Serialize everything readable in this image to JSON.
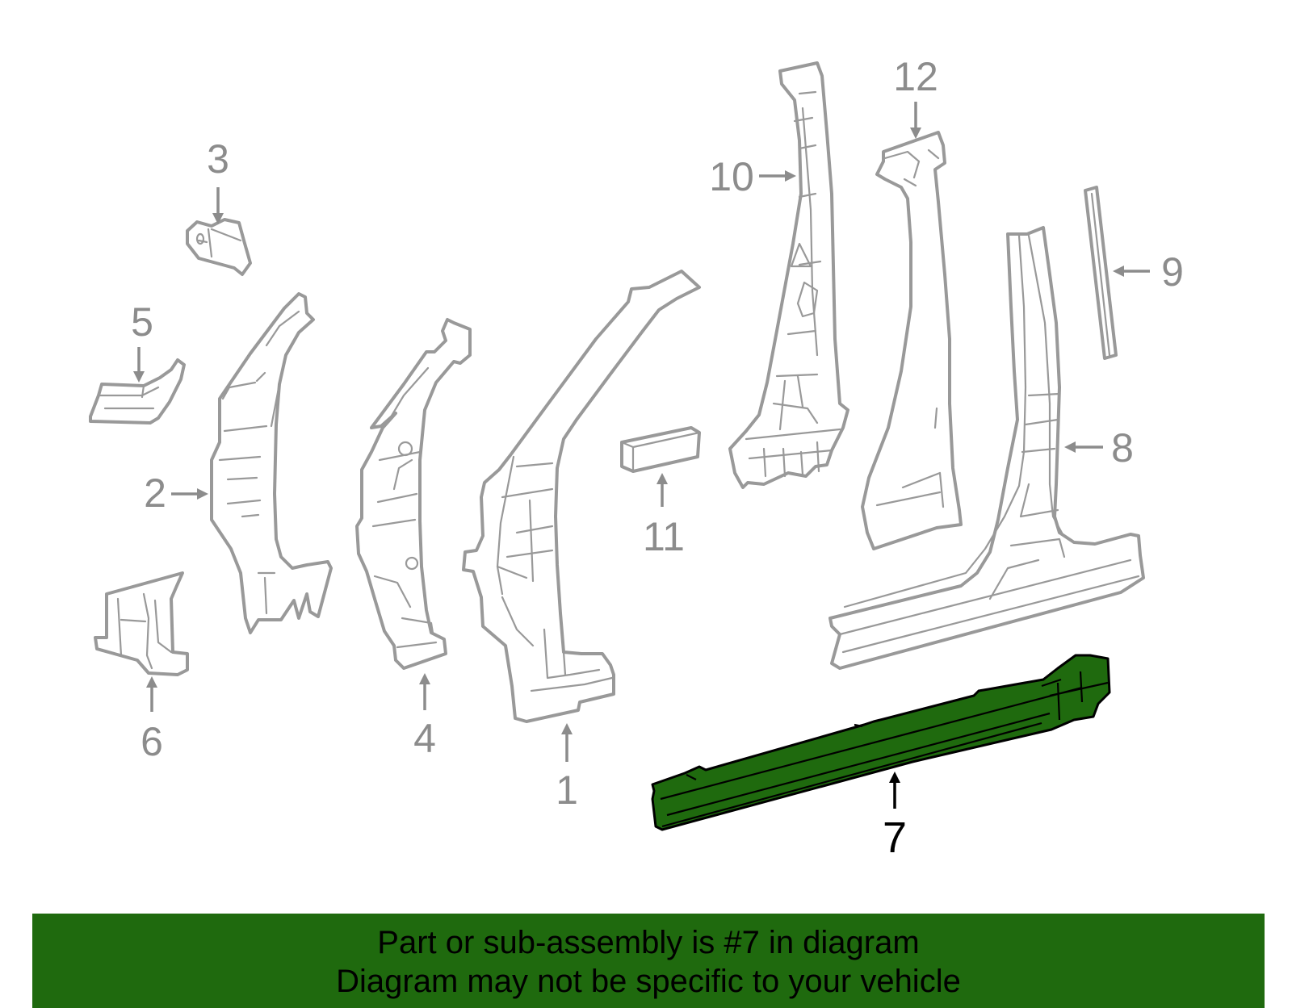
{
  "callouts": [
    {
      "id": "1",
      "label": "1"
    },
    {
      "id": "2",
      "label": "2"
    },
    {
      "id": "3",
      "label": "3"
    },
    {
      "id": "4",
      "label": "4"
    },
    {
      "id": "5",
      "label": "5"
    },
    {
      "id": "6",
      "label": "6"
    },
    {
      "id": "7",
      "label": "7"
    },
    {
      "id": "8",
      "label": "8"
    },
    {
      "id": "9",
      "label": "9"
    },
    {
      "id": "10",
      "label": "10"
    },
    {
      "id": "11",
      "label": "11"
    },
    {
      "id": "12",
      "label": "12"
    }
  ],
  "highlighted_part": "7",
  "colors": {
    "highlight": "#1f6a0e",
    "outline": "#999999",
    "banner": "#1f6a0e"
  },
  "notice": {
    "line1": "Part or sub-assembly is #7 in diagram",
    "line2": "Diagram may not be specific to your vehicle"
  }
}
